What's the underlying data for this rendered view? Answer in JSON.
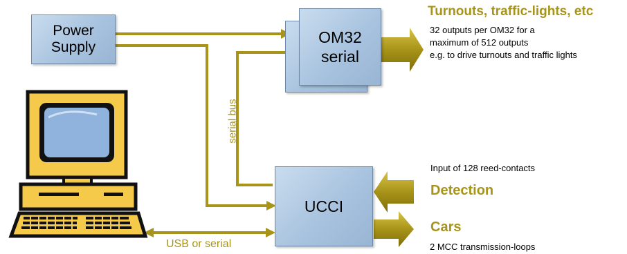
{
  "nodes": {
    "power_supply": "Power\nSupply",
    "om32": "OM32\nserial",
    "ucci": "UCCI"
  },
  "labels": {
    "serial_bus": "serial bus",
    "usb_or_serial": "USB or serial"
  },
  "turnouts": {
    "heading": "Turnouts, traffic-lights, etc",
    "lines": [
      "32 outputs per OM32 for a",
      "maximum of 512 outputs",
      "e.g. to drive turnouts and traffic lights"
    ]
  },
  "detection": {
    "caption": "Input of 128 reed-contacts",
    "heading": "Detection"
  },
  "cars": {
    "heading": "Cars",
    "caption": "2 MCC transmission-loops"
  },
  "colors": {
    "connector": "#a89418",
    "box_fill": "#a8c3df",
    "computer": "#f5c94a"
  },
  "icons": [
    "computer-icon"
  ]
}
